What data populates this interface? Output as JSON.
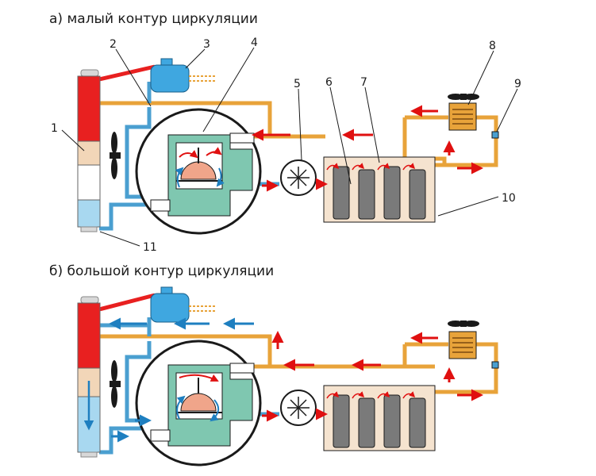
{
  "diagram": {
    "panel_a": {
      "title": "а) малый контур циркуляции",
      "labels": [
        "1",
        "2",
        "3",
        "4",
        "5",
        "6",
        "7",
        "8",
        "9",
        "10",
        "11"
      ]
    },
    "panel_b": {
      "title": "б) большой контур циркуляции"
    },
    "colors": {
      "hot_pipe": "#E8A33A",
      "cold_pipe": "#4A9FD0",
      "hot_zone": "#E82020",
      "arrow_red": "#E01010",
      "arrow_blue": "#1E7FC0",
      "thermostat_body": "#7FC7B0",
      "engine_block": "#F5E3CF",
      "cylinder": "#7A7A7A",
      "radiator_top": "#E82020",
      "radiator_mid": "#F2D6B8",
      "radiator_low": "#FFFFFF",
      "radiator_bottom": "#A8D8F0",
      "tank": "#3FA7E0",
      "heater": "#E8A33A"
    }
  }
}
